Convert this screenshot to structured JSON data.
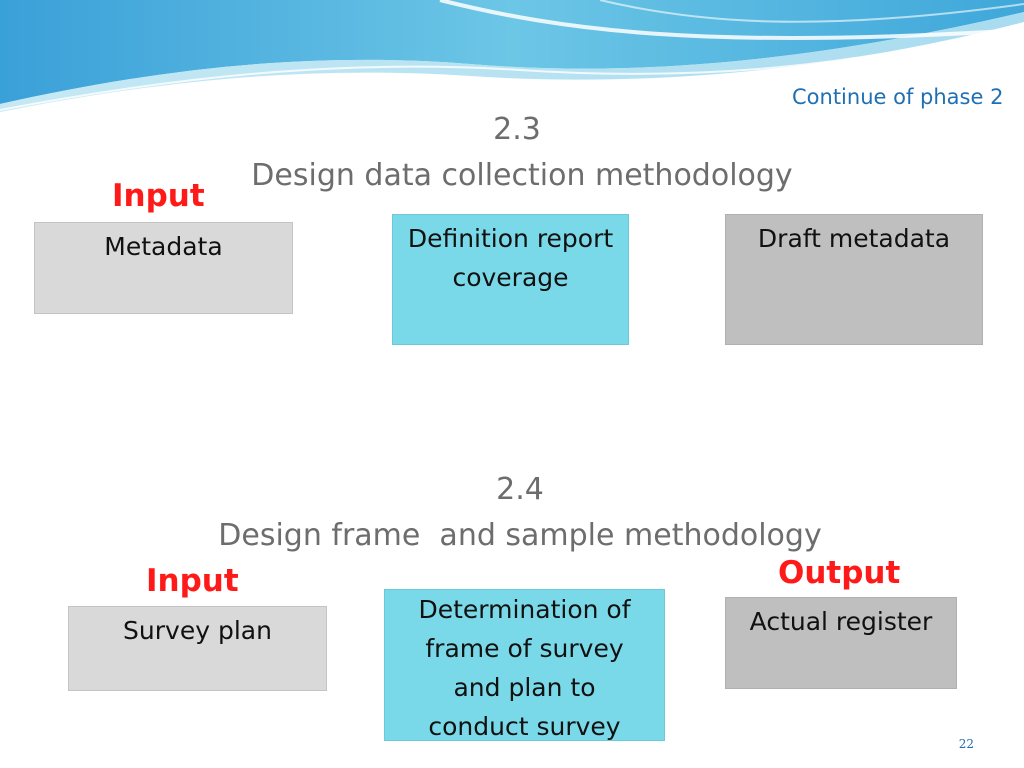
{
  "header": {
    "note": "Continue of phase 2"
  },
  "colors": {
    "role_label": "#ff1a1a",
    "process_box": "#7ad9e8",
    "input_box": "#d9d9d9",
    "output_box": "#bfbfbf",
    "title": "#6d6d6d",
    "accent": "#1f6fb5"
  },
  "step_1": {
    "number": "2.3",
    "title": "Design data collection methodology",
    "input_label": "Input",
    "input_box": "Metadata",
    "process_box": [
      "Definition report",
      "coverage"
    ],
    "output_box": "Draft metadata"
  },
  "step_2": {
    "number": "2.4",
    "title": "Design frame  and sample methodology",
    "input_label": "Input",
    "output_label": "Output",
    "input_box": "Survey plan",
    "process_box": [
      "Determination of",
      "frame of survey",
      "and plan to",
      "conduct survey"
    ],
    "output_box": "Actual register"
  },
  "footer": {
    "page_number": "22"
  }
}
